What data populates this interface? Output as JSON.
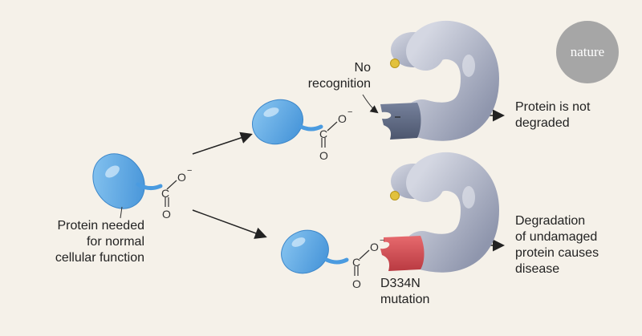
{
  "logo": "nature",
  "labels": {
    "protein_needed": "Protein needed\nfor normal\ncellular function",
    "no_recognition": "No\nrecognition",
    "not_degraded": "Protein is not\ndegraded",
    "degradation": "Degradation\nof undamaged\nprotein causes\ndisease",
    "mutation": "D334N\nmutation"
  },
  "chem": {
    "carbon": "C",
    "oxygen": "O",
    "minus": "−"
  },
  "colors": {
    "background": "#f5f1e9",
    "protein_blue": "#5ca9e4",
    "receptor_gray": "#aeb4c6",
    "pocket_dark": "#5b6680",
    "mutation_red": "#d94f55",
    "ligand_yellow": "#e2c13c",
    "logo_gray": "#a6a6a6"
  }
}
